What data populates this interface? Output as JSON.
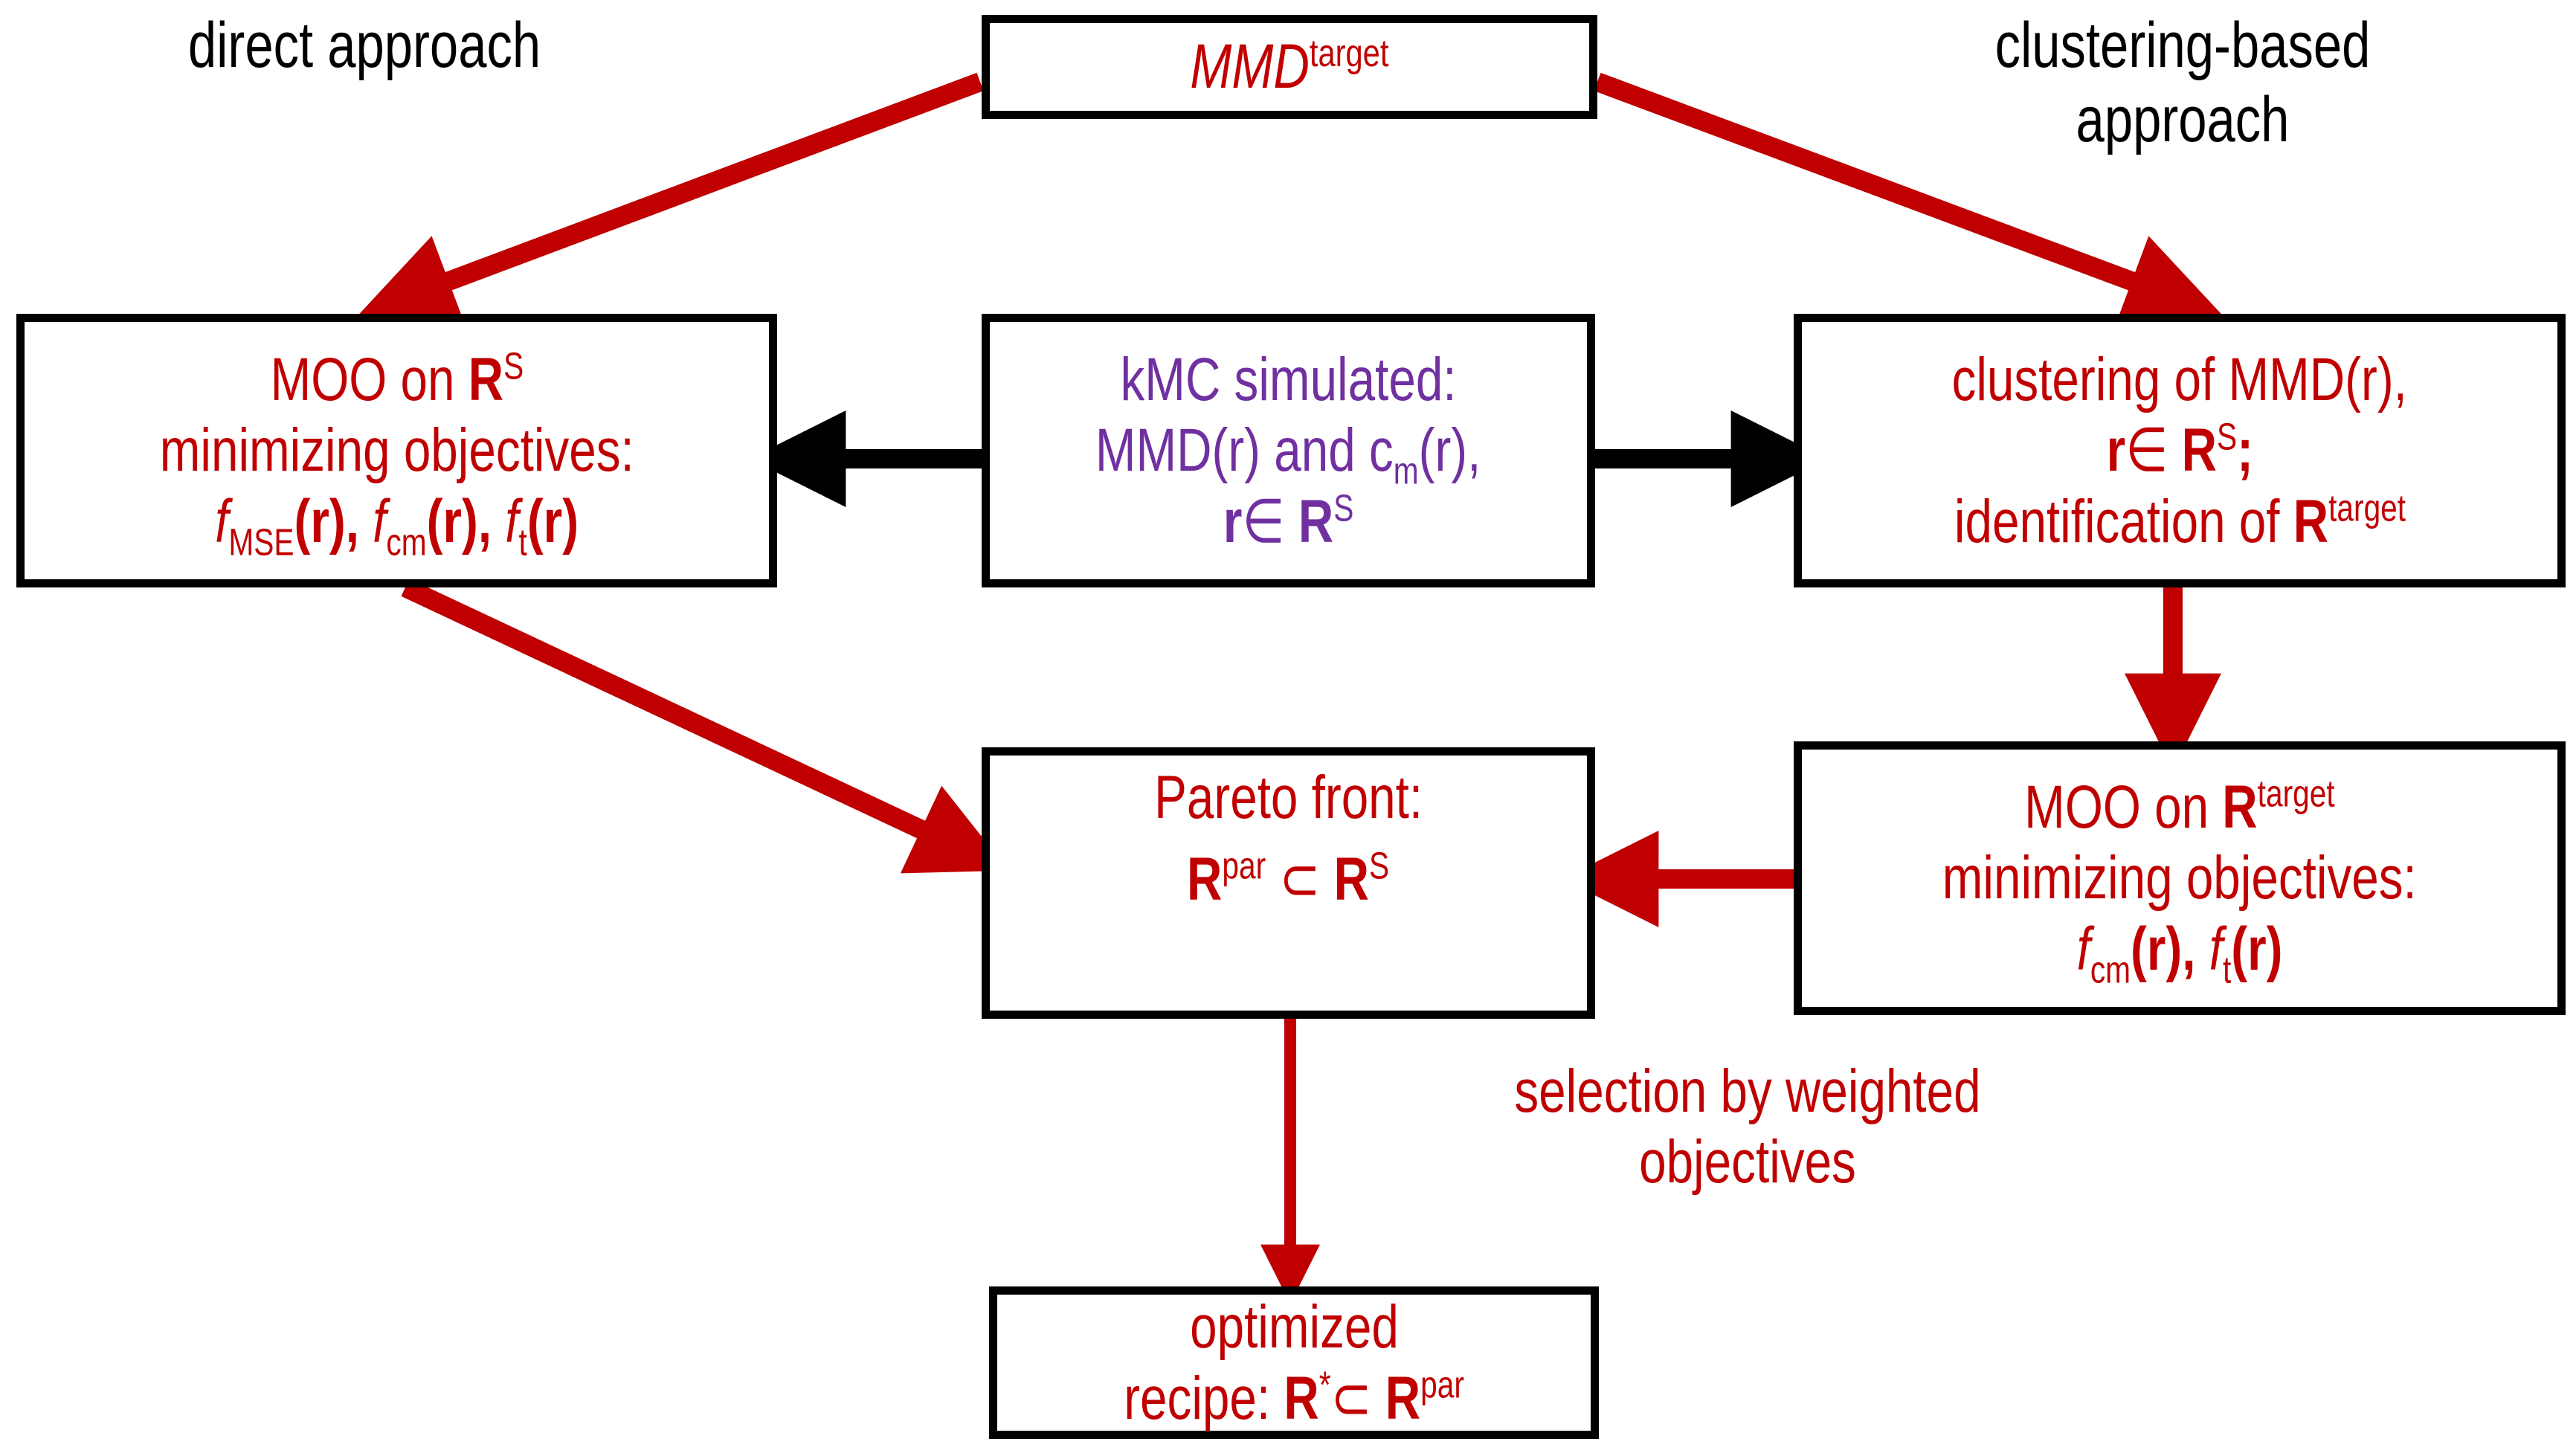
{
  "diagram": {
    "title_colors": {
      "red": "#C00000",
      "purple": "#7030A0",
      "black": "#000000",
      "background": "#FFFFFF"
    },
    "labels": {
      "left_approach": "direct approach",
      "right_approach_line1": "clustering-based",
      "right_approach_line2": "approach",
      "selection_line1": "selection by weighted",
      "selection_line2": "objectives"
    },
    "boxes": {
      "mmd_target": {
        "line1_main": "MMD",
        "line1_sup": "target"
      },
      "moo_rs": {
        "line1_a": "MOO on ",
        "line1_b": "R",
        "line1_sup": "S",
        "line2": "minimizing objectives:",
        "line3_f1": "f",
        "line3_f1sub": "MSE",
        "line3_f1arg": "(r), ",
        "line3_f2": "f",
        "line3_f2sub": "cm",
        "line3_f2arg": "(r), ",
        "line3_f3": "f",
        "line3_f3sub": "t",
        "line3_f3arg": "(r)"
      },
      "kmc": {
        "line1": "kMC simulated:",
        "line2_a": "MMD(r) and c",
        "line2_sub": "m",
        "line2_b": "(r),",
        "line3_a": "r",
        "line3_in": "∈ ",
        "line3_b": "R",
        "line3_sup": "S"
      },
      "clustering": {
        "line1": "clustering of MMD(r),",
        "line2_a": "r",
        "line2_in": "∈ ",
        "line2_b": "R",
        "line2_sup": "S",
        "line2_end": ";",
        "line3_a": "identification of ",
        "line3_b": "R",
        "line3_sup": "target"
      },
      "moo_target": {
        "line1_a": "MOO on ",
        "line1_b": "R",
        "line1_sup": "target",
        "line2": "minimizing objectives:",
        "line3_f1": "f",
        "line3_f1sub": "cm",
        "line3_f1arg": "(r), ",
        "line3_f2": "f",
        "line3_f2sub": "t",
        "line3_f2arg": "(r)"
      },
      "pareto": {
        "line1": "Pareto front:",
        "line2_a": "R",
        "line2_sup": "par",
        "line2_sub_sym": " ⊂ ",
        "line2_b": "R",
        "line2_sup2": "S"
      },
      "recipe": {
        "line1": "optimized",
        "line2_a": "recipe: ",
        "line2_b": "R",
        "line2_sup": "*",
        "line2_sym": "⊂ ",
        "line2_c": "R",
        "line2_sup2": "par"
      }
    },
    "arrows": [
      {
        "name": "mmd-to-moo-rs",
        "color": "#C00000",
        "kind": "diagonal-down-left"
      },
      {
        "name": "mmd-to-clustering",
        "color": "#C00000",
        "kind": "diagonal-down-right"
      },
      {
        "name": "kmc-to-moo-rs",
        "color": "#000000",
        "kind": "left"
      },
      {
        "name": "kmc-to-clustering",
        "color": "#000000",
        "kind": "right"
      },
      {
        "name": "moo-rs-to-pareto",
        "color": "#C00000",
        "kind": "diagonal-down-right"
      },
      {
        "name": "clustering-to-moo-target",
        "color": "#C00000",
        "kind": "down"
      },
      {
        "name": "moo-target-to-pareto",
        "color": "#C00000",
        "kind": "left"
      },
      {
        "name": "pareto-to-recipe",
        "color": "#C00000",
        "kind": "down"
      }
    ]
  }
}
